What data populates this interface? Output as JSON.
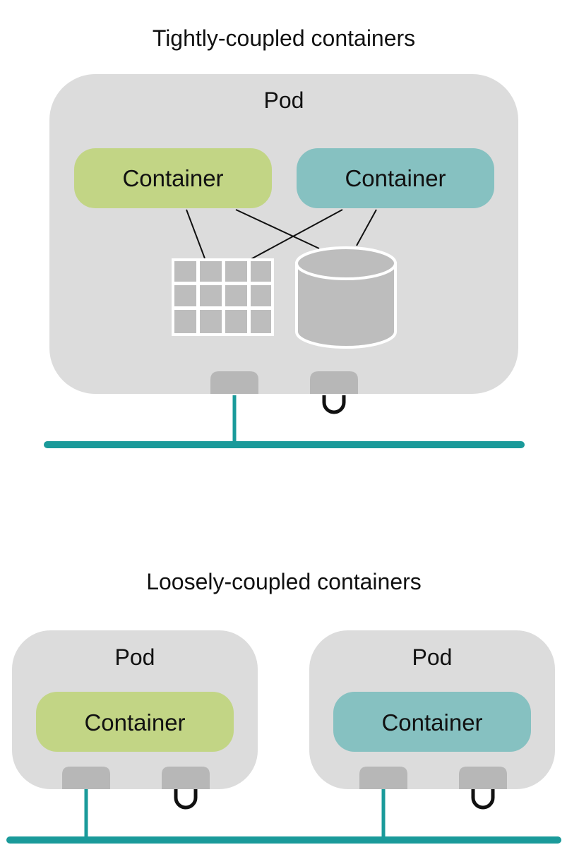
{
  "colors": {
    "pod_fill": "#dcdcdc",
    "container_green": "#c2d585",
    "container_teal": "#86c1c1",
    "network": "#1a9a9a",
    "port": "#b7b7b7",
    "volume": "#bdbdbd",
    "line": "#111111"
  },
  "sections": {
    "tight": {
      "title": "Tightly-coupled containers",
      "pod_label": "Pod",
      "container_a": "Container",
      "container_b": "Container"
    },
    "loose": {
      "title": "Loosely-coupled containers",
      "pod1": {
        "label": "Pod",
        "container": "Container"
      },
      "pod2": {
        "label": "Pod",
        "container": "Container"
      }
    }
  },
  "icons": {
    "grid": "file-grid-icon",
    "database": "database-cylinder-icon",
    "network_port": "network-port-icon",
    "loopback_port": "loopback-port-icon"
  }
}
